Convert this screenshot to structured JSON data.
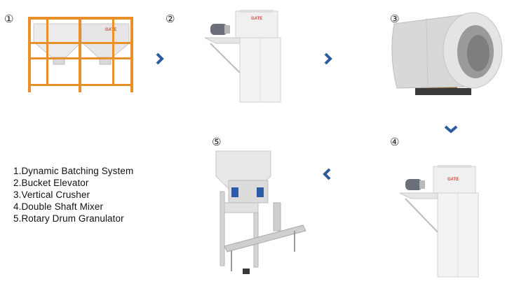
{
  "steps": [
    {
      "marker": "①",
      "machine_icon": "dynamic-batching-system"
    },
    {
      "marker": "②",
      "machine_icon": "bucket-elevator"
    },
    {
      "marker": "③",
      "machine_icon": "rotary-drum"
    },
    {
      "marker": "④",
      "machine_icon": "bucket-elevator"
    },
    {
      "marker": "⑤",
      "machine_icon": "packing-machine"
    }
  ],
  "arrows": [
    "chevron-right-icon",
    "chevron-right-icon",
    "chevron-down-icon",
    "chevron-left-icon"
  ],
  "legend": [
    "1.Dynamic Batching System",
    "2.Bucket Elevator",
    "3.Vertical Crusher",
    "4.Double Shaft Mixer",
    "5.Rotary Drum Granulator"
  ],
  "brand_logo": "GATE",
  "colors": {
    "arrow": "#2c5a9c",
    "frame_orange": "#e8902a",
    "machine_white": "#eeeeee",
    "motor_blue": "#2a5aa8",
    "drum_grey": "#dcdcdc"
  }
}
